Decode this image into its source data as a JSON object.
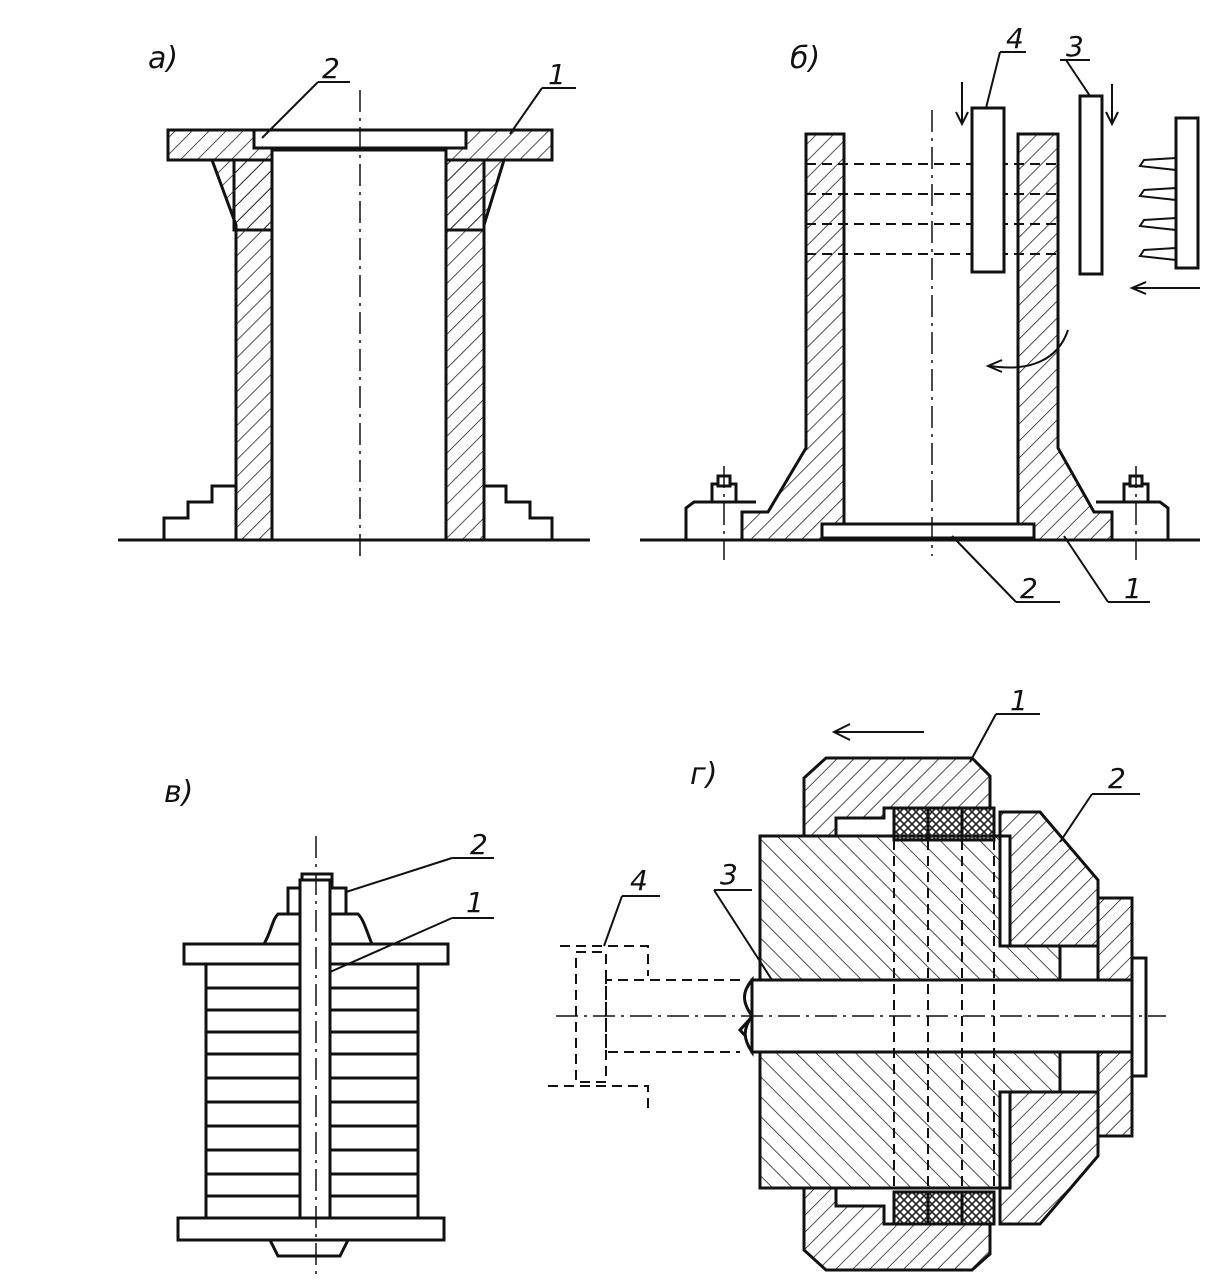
{
  "figures": {
    "a": {
      "label": "а)",
      "callouts": [
        "2",
        "1"
      ]
    },
    "b": {
      "label": "б)",
      "callouts_top": [
        "4",
        "3"
      ],
      "callouts_bottom": [
        "2",
        "1"
      ]
    },
    "v": {
      "label": "в)",
      "callouts": [
        "2",
        "1"
      ]
    },
    "g": {
      "label": "г)",
      "callouts": [
        "1",
        "2",
        "3",
        "4"
      ]
    }
  }
}
